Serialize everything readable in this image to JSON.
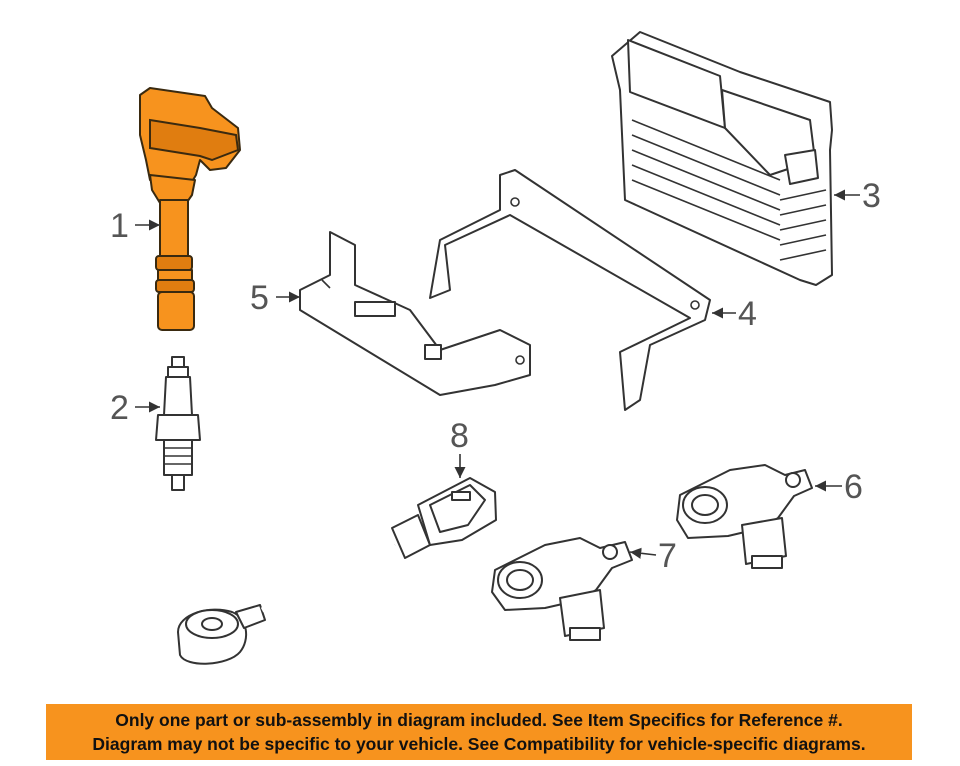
{
  "callouts": {
    "c1": "1",
    "c2": "2",
    "c3": "3",
    "c4": "4",
    "c5": "5",
    "c6": "6",
    "c7": "7",
    "c8": "8"
  },
  "banner": {
    "line1": "Only one part or sub-assembly in diagram included. See Item Specifics for Reference #.",
    "line2": "Diagram may not be specific to your vehicle. See Compatibility for vehicle-specific diagrams."
  },
  "colors": {
    "highlight": "#f7931e",
    "banner_bg": "#f7931e",
    "line": "#333333"
  },
  "icons": [
    "arrow-icon"
  ]
}
